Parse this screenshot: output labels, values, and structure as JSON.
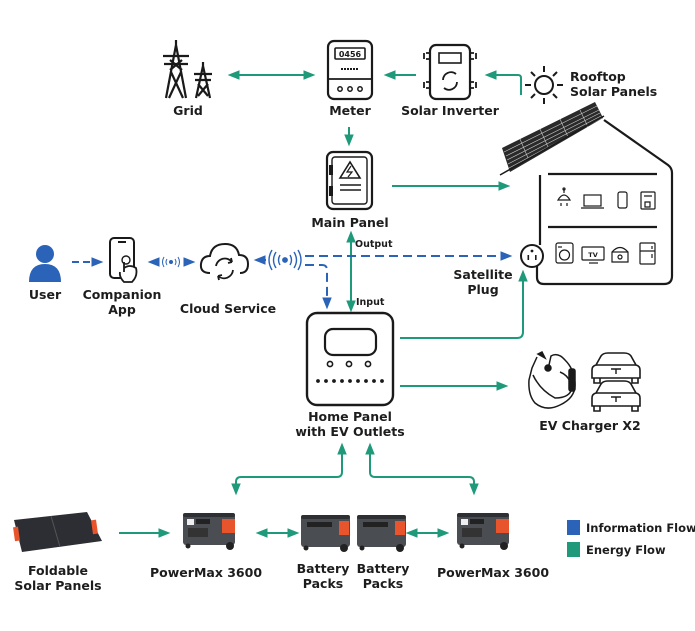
{
  "title": "Home Energy System Diagram",
  "colors": {
    "information_flow": "#2a63b8",
    "energy_flow": "#1e9a7a",
    "icon_stroke": "#1a1a1a",
    "device_body": "#4a4d52",
    "device_accent": "#e8542c"
  },
  "nodes": {
    "grid": {
      "label": "Grid",
      "icon": "power-tower-icon"
    },
    "meter": {
      "label": "Meter",
      "icon": "meter-icon",
      "display": "0456"
    },
    "solar_inverter": {
      "label": "Solar Inverter",
      "icon": "inverter-icon"
    },
    "rooftop_solar": {
      "label_line1": "Rooftop",
      "label_line2": "Solar Panels",
      "icon": "sun-icon"
    },
    "main_panel": {
      "label": "Main Panel",
      "icon": "electrical-panel-icon"
    },
    "user": {
      "label": "User",
      "icon": "user-icon"
    },
    "companion_app": {
      "label_line1": "Companion",
      "label_line2": "App",
      "icon": "phone-touch-icon"
    },
    "cloud_service": {
      "label": "Cloud Service",
      "icon": "cloud-sync-icon"
    },
    "satellite_plug": {
      "label_line1": "Satellite",
      "label_line2": "Plug",
      "icon": "outlet-icon"
    },
    "home_panel": {
      "label_line1": "Home Panel",
      "label_line2": "with EV Outlets",
      "icon": "home-panel-icon"
    },
    "ev_charger": {
      "label": "EV Charger X2",
      "icon": "ev-charger-icon"
    },
    "foldable_solar": {
      "label_line1": "Foldable",
      "label_line2": "Solar Panels",
      "icon": "solar-panel-icon"
    },
    "powermax_left": {
      "label": "PowerMax 3600",
      "icon": "power-station-icon"
    },
    "battery_1": {
      "label_line1": "Battery",
      "label_line2": "Packs",
      "icon": "battery-pack-icon"
    },
    "battery_2": {
      "label_line1": "Battery",
      "label_line2": "Packs",
      "icon": "battery-pack-icon"
    },
    "powermax_right": {
      "label": "PowerMax 3600",
      "icon": "power-station-icon"
    }
  },
  "edge_labels": {
    "output": "Output",
    "input": "Input"
  },
  "house_appliances": [
    "ceiling-light-icon",
    "laptop-icon",
    "smartphone-icon",
    "coffee-machine-icon",
    "washing-machine-icon",
    "tv-icon",
    "rice-cooker-icon",
    "refrigerator-icon"
  ],
  "tv_text": "TV",
  "legend": [
    {
      "label": "Information Flow",
      "color": "#2a63b8"
    },
    {
      "label": "Energy Flow",
      "color": "#1e9a7a"
    }
  ]
}
